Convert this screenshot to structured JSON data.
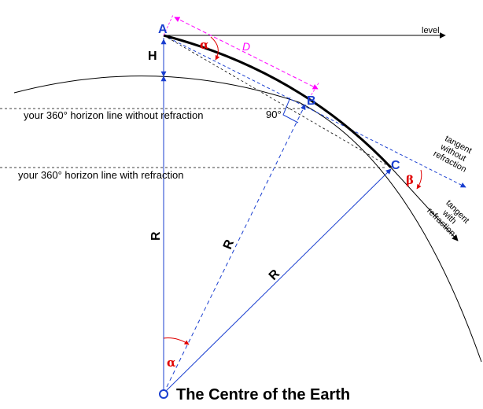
{
  "points": {
    "a": "A",
    "b": "B",
    "c": "C"
  },
  "labels": {
    "height": "H",
    "distance": "D",
    "radius": "R",
    "alpha": "α",
    "beta": "β",
    "right_angle": "90°",
    "level": "level",
    "horizon_no_refraction": "your 360° horizon line without refraction",
    "horizon_with_refraction": "your 360° horizon line with refraction",
    "tangent_without_1": "tangent",
    "tangent_without_2": "without",
    "tangent_without_3": "refraction",
    "tangent_with_1": "tangent",
    "tangent_with_2": "with",
    "tangent_with_3": "refraction",
    "centre": "The Centre of the Earth"
  },
  "colors": {
    "blue": "#1a3fd0",
    "magenta": "#ff00ff",
    "red": "#e00000",
    "black": "#000000"
  }
}
